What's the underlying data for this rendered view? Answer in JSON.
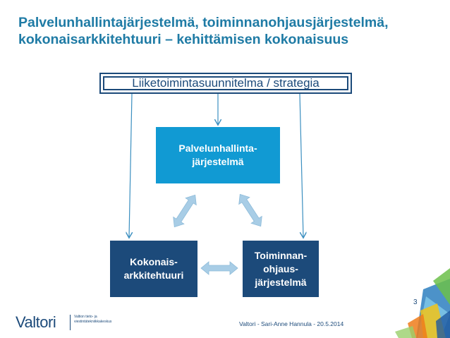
{
  "header": {
    "title_line1": "Palvelunhallintajärjestelmä, toiminnanohjausjärjestelmä,",
    "title_line2": "kokonaisarkkitehtuuri – kehittämisen kokonaisuus"
  },
  "diagram": {
    "strategy_label": "Liiketoimintasuunnitelma / strategia",
    "service_mgmt": {
      "line1": "Palvelunhallinta-",
      "line2": "järjestelmä"
    },
    "enterprise_arch": {
      "line1": "Kokonais-",
      "line2": "arkkitehtuuri"
    },
    "operations": {
      "line1": "Toiminnan-",
      "line2": "ohjaus-",
      "line3": "järjestelmä"
    }
  },
  "footer": {
    "text": "Valtori - Sari-Anne Hannula - 20.5.2014",
    "page_number": "3",
    "logo_text": "Valtori",
    "logo_sub_line1": "Valtion tieto- ja",
    "logo_sub_line2": "viestintätekniikkakeskus"
  },
  "colors": {
    "title": "#1f7ba5",
    "dark_box": "#1c4a7a",
    "light_box": "#119ad3",
    "arrow": "#a8cde6"
  }
}
